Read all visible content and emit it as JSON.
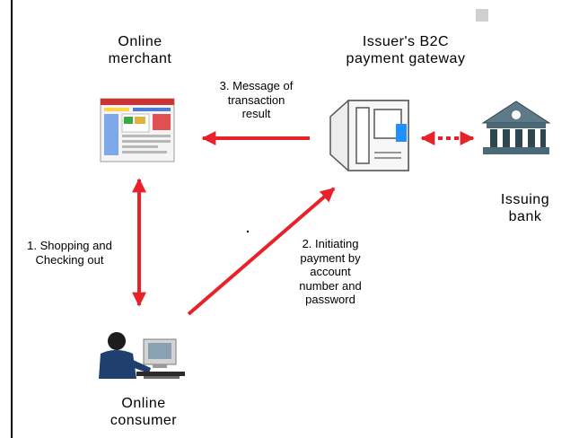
{
  "nodes": {
    "merchant": {
      "lines": [
        "Online",
        "merchant"
      ]
    },
    "gateway": {
      "lines": [
        "Issuer's B2C",
        "payment gateway"
      ]
    },
    "bank": {
      "lines": [
        "Issuing",
        "bank"
      ]
    },
    "consumer": {
      "lines": [
        "Online",
        "consumer"
      ]
    }
  },
  "steps": {
    "step1": {
      "lines": [
        "1. Shopping and",
        "Checking out"
      ]
    },
    "step2": {
      "lines": [
        "2. Initiating",
        "payment by",
        "account",
        "number and",
        "password"
      ]
    },
    "step3": {
      "lines": [
        "3. Message of",
        "transaction",
        "result"
      ]
    }
  },
  "icons": {
    "merchant": "web-page-icon",
    "gateway": "server-gateway-icon",
    "bank": "bank-building-icon",
    "consumer": "person-at-computer-icon"
  },
  "colors": {
    "arrow": "#e8222a",
    "gateway_accent": "#1e90ff",
    "bank_body": "#4b6a78"
  }
}
